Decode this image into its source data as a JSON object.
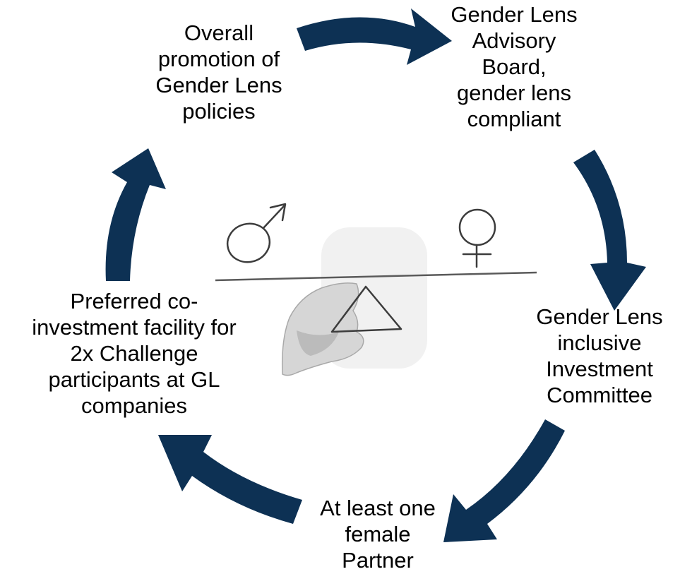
{
  "colors": {
    "arrow": "#0d3154",
    "symbol_stroke": "#3c3c3c",
    "hand_fill": "#d6d6d6",
    "hand_shadow": "#a9a9a9",
    "balance_line": "#5a5a5a",
    "backdrop": "#f1f1f1"
  },
  "icons": {
    "male_symbol": "male-symbol-icon",
    "female_symbol": "female-symbol-icon",
    "triangle": "triangle-fulcrum-icon",
    "hand": "drawing-hand-image"
  },
  "cycle": {
    "nodes": [
      {
        "lines": [
          "Overall",
          "promotion of",
          "Gender Lens",
          "policies"
        ]
      },
      {
        "lines": [
          "Gender Lens",
          "Advisory",
          "Board,",
          "gender lens",
          "compliant"
        ]
      },
      {
        "lines": [
          "Gender Lens",
          "inclusive",
          "Investment",
          "Committee"
        ]
      },
      {
        "lines": [
          "At least one",
          "female",
          "Partner"
        ]
      },
      {
        "lines": [
          "Preferred co-",
          "investment facility for",
          "2x Challenge",
          "participants at GL",
          "companies"
        ]
      }
    ]
  }
}
